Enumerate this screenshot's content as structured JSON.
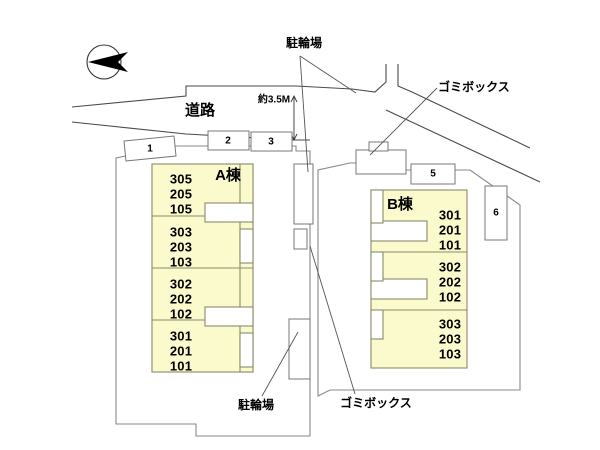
{
  "plan": {
    "compass": {
      "name": "north-arrow",
      "direction": "west-pointing"
    },
    "road": {
      "label": "道路"
    },
    "dimension": {
      "label": "約3.5M"
    },
    "buildings": [
      {
        "id": "A",
        "label": "A棟",
        "units": [
          {
            "lines": [
              "305",
              "205",
              "105"
            ]
          },
          {
            "lines": [
              "303",
              "203",
              "103"
            ]
          },
          {
            "lines": [
              "302",
              "202",
              "102"
            ]
          },
          {
            "lines": [
              "301",
              "201",
              "101"
            ]
          }
        ]
      },
      {
        "id": "B",
        "label": "B棟",
        "units": [
          {
            "lines": [
              "301",
              "201",
              "101"
            ]
          },
          {
            "lines": [
              "302",
              "202",
              "102"
            ]
          },
          {
            "lines": [
              "303",
              "203",
              "103"
            ]
          }
        ]
      }
    ],
    "parking_slots": [
      {
        "id": "1",
        "label": "1"
      },
      {
        "id": "2",
        "label": "2"
      },
      {
        "id": "3",
        "label": "3"
      },
      {
        "id": "5",
        "label": "5"
      },
      {
        "id": "6",
        "label": "6"
      }
    ],
    "annotations": [
      {
        "id": "bike-top",
        "label": "駐輪場"
      },
      {
        "id": "trash-top",
        "label": "ゴミボックス"
      },
      {
        "id": "bike-bottom",
        "label": "駐輪場"
      },
      {
        "id": "trash-bottom",
        "label": "ゴミボックス"
      }
    ],
    "colors": {
      "building_fill": "#fafacd",
      "building_stroke": "#8a8a6a",
      "boundary_stroke": "#888888",
      "text": "#000000",
      "background": "#ffffff"
    }
  }
}
